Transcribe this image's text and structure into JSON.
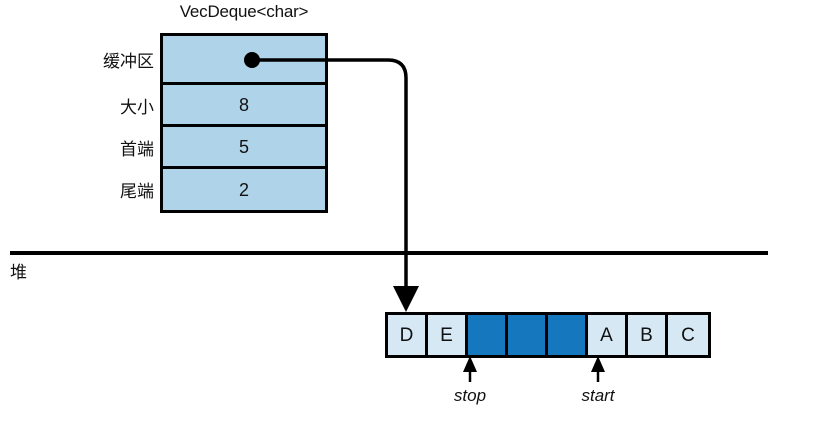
{
  "diagram": {
    "struct": {
      "title": "VecDeque<char>",
      "fields": [
        {
          "label": "缓冲区",
          "value": "",
          "kind": "pointer"
        },
        {
          "label": "大小",
          "value": "8",
          "kind": "number"
        },
        {
          "label": "首端",
          "value": "5",
          "kind": "number"
        },
        {
          "label": "尾端",
          "value": "2",
          "kind": "number"
        }
      ]
    },
    "heap": {
      "label": "堆",
      "buffer": {
        "cells": [
          {
            "value": "D",
            "state": "filled"
          },
          {
            "value": "E",
            "state": "filled"
          },
          {
            "value": "",
            "state": "empty"
          },
          {
            "value": "",
            "state": "empty"
          },
          {
            "value": "",
            "state": "empty"
          },
          {
            "value": "A",
            "state": "filled"
          },
          {
            "value": "B",
            "state": "filled"
          },
          {
            "value": "C",
            "state": "filled"
          }
        ]
      },
      "markers": [
        {
          "name": "stop",
          "label": "stop",
          "cell_boundary": 2
        },
        {
          "name": "start",
          "label": "start",
          "cell_boundary": 5
        }
      ]
    },
    "colors": {
      "struct_fill": "#AFD3E8",
      "cell_filled": "#D6E8F4",
      "cell_empty": "#1577BE",
      "stroke": "#000000",
      "background": "#FFFFFF"
    }
  }
}
